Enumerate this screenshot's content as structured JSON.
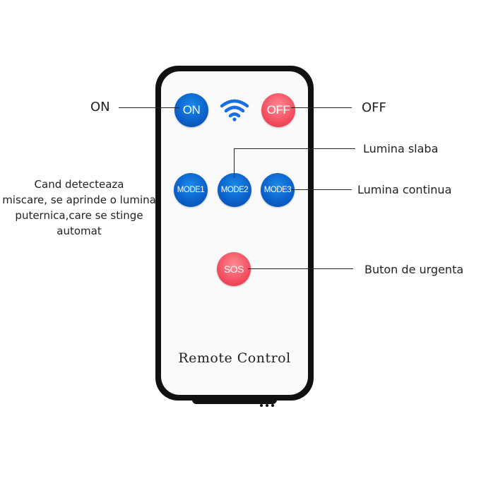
{
  "remote": {
    "title": "Remote Control",
    "buttons": {
      "on": "ON",
      "off": "OFF",
      "mode1": "MODE1",
      "mode2": "MODE2",
      "mode3": "MODE3",
      "sos": "SOS"
    },
    "signal_icon": "wifi-signal-icon",
    "colors": {
      "blue_button": "#0b5fc9",
      "pink_button": "#f24a5b",
      "body": "#111111",
      "face": "#fafafa"
    }
  },
  "annotations": {
    "on": "ON",
    "off": "OFF",
    "mode2": "Lumina slaba",
    "mode3": "Lumina continua",
    "sos": "Buton de urgenta",
    "mode1_lines": [
      "Cand detecteaza",
      "miscare, se aprinde o lumina",
      "puternica,care se stinge",
      "automat"
    ]
  }
}
